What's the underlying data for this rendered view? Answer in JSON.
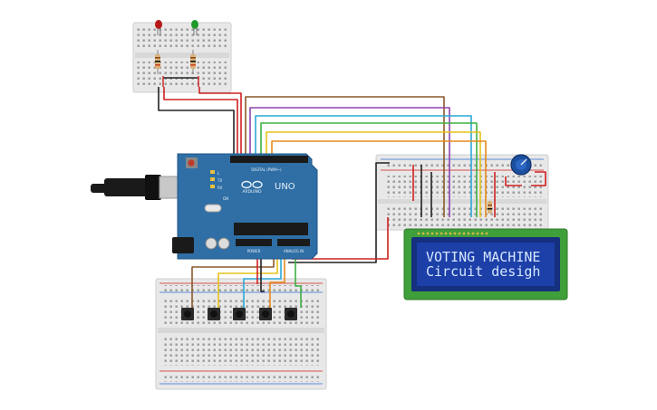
{
  "board": {
    "label_digital": "DIGITAL (PWM~)",
    "label_uno": "UNO",
    "label_arduino": "ARDUINO",
    "label_power": "POWER",
    "label_analog": "ANALOG IN",
    "label_tx": "TX",
    "label_rx": "RX",
    "label_l": "L",
    "label_on": "ON"
  },
  "lcd": {
    "line1": "VOTING MACHINE",
    "line2": "Circuit desigh"
  },
  "colors": {
    "board": "#2f6fa6",
    "lcd_frame": "#3f9f3a",
    "lcd_screen": "#1c3fa8",
    "breadboard": "#e9e9e9",
    "wire_red": "#d02020",
    "wire_black": "#222222",
    "wire_brown": "#8a5a2b",
    "wire_purple": "#8e44ad",
    "wire_cyan": "#2aa8d8",
    "wire_green": "#3cb043",
    "wire_yellow": "#e6c21a",
    "wire_orange": "#e58a1a",
    "wire_blue": "#2e6fd8"
  }
}
